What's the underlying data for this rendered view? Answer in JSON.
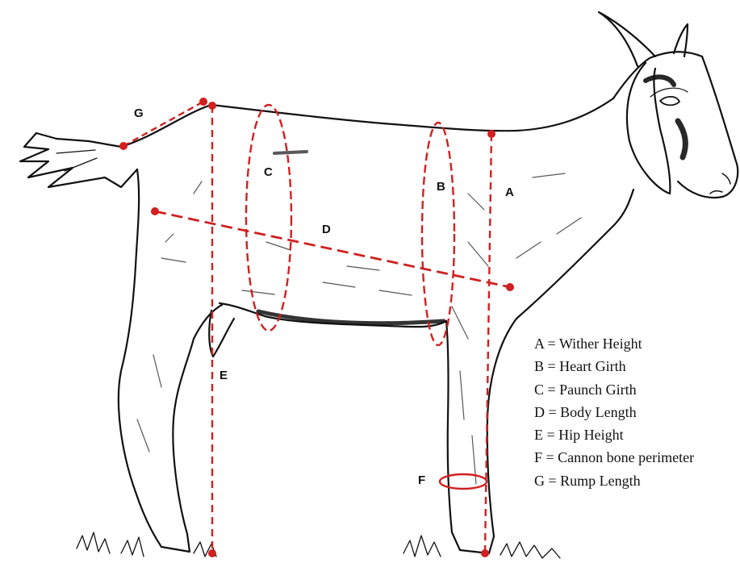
{
  "diagram": {
    "subject": "goat body measurement illustration",
    "colors": {
      "measurement": "#d02020",
      "outline": "#111111",
      "background": "#ffffff"
    },
    "markers": {
      "a": "A",
      "b": "B",
      "c": "C",
      "d": "D",
      "e": "E",
      "f": "F",
      "g": "G"
    },
    "legend": [
      "A = Wither  Height",
      "B = Heart  Girth",
      "C = Paunch  Girth",
      "D = Body  Length",
      "E = Hip  Height",
      "F = Cannon  bone  perimeter",
      "G = Rump  Length"
    ]
  }
}
